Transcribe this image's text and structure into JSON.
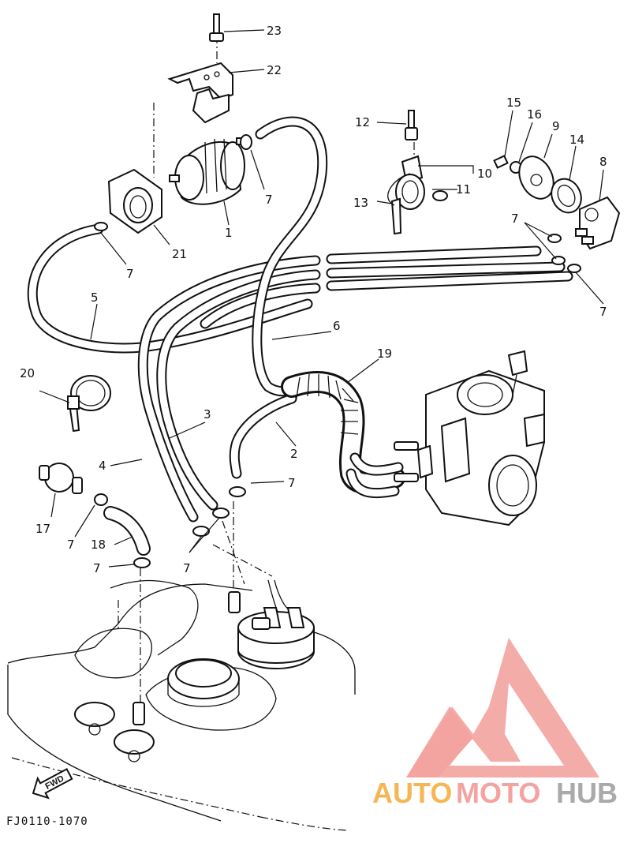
{
  "labels": {
    "l1": "1",
    "l2": "2",
    "l3": "3",
    "l4": "4",
    "l5": "5",
    "l6": "6",
    "l7": "7",
    "l8": "8",
    "l9": "9",
    "l10": "10",
    "l11": "11",
    "l12": "12",
    "l13": "13",
    "l14": "14",
    "l15": "15",
    "l16": "16",
    "l17": "17",
    "l18": "18",
    "l19": "19",
    "l20": "20",
    "l21": "21",
    "l22": "22",
    "l23": "23"
  },
  "fwd_label": "FWD",
  "diagram_code": "FJ0110-1070",
  "watermark": {
    "part1": "AUTO",
    "part2": "MOTO",
    "part3": "HUB",
    "color1": "#f5b754",
    "color2": "#f3a3a0",
    "color3": "#aaaaaa",
    "triangle_color": "#f3a3a0"
  }
}
